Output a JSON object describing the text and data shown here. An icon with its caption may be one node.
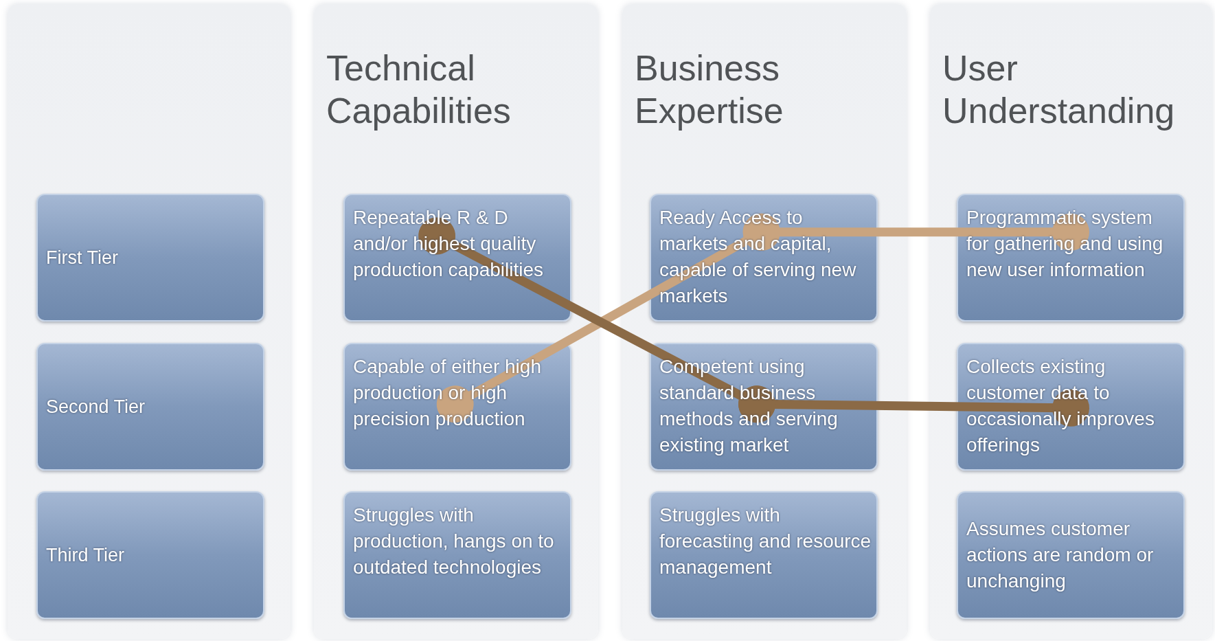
{
  "diagram": {
    "nodes": [
      {
        "text": [],
        "shape": "box"
      },
      {
        "text": [
          "First Tier"
        ],
        "in": 0
      },
      {
        "text": [
          "Second Tier"
        ],
        "in": 0
      },
      {
        "text": [
          "Third Tier"
        ],
        "in": 0
      },
      {
        "text": [
          "Technical Capabilities"
        ]
      },
      {
        "text": [
          "Repeatable R & D and/or highest quality production capabilities"
        ],
        "in": 4
      },
      {
        "text": [
          "Capable of either high production or high precision production"
        ],
        "in": 4
      },
      {
        "text": [
          "Struggles with production, hangs on to outdated technologies"
        ],
        "in": 4
      },
      {
        "text": [
          "Business Expertise"
        ]
      },
      {
        "text": [
          "Ready Access to markets and capital, capable of serving new markets"
        ],
        "in": 8
      },
      {
        "text": [
          "Competent using standard business methods and serving existing market"
        ],
        "in": 8
      },
      {
        "text": [
          "Struggles with forecasting  and resource management"
        ],
        "in": 8
      },
      {
        "text": [
          "User Understanding"
        ]
      },
      {
        "text": [
          "Programmatic system for gathering and using new user information"
        ],
        "in": 12
      },
      {
        "text": [
          "Collects existing customer data to occasionally improves offerings"
        ],
        "in": 12
      },
      {
        "text": [
          "Assumes customer actions are random or unchanging"
        ],
        "in": 12
      }
    ],
    "edges": [
      {
        "from": 6,
        "to": 9,
        "arrow": "other",
        "color": "#c9a47f"
      },
      {
        "from": 9,
        "to": 13,
        "arrow": "other",
        "color": "#c9a47f"
      },
      {
        "from": 5,
        "to": 10,
        "arrow": "other",
        "color": "#8b6a46"
      },
      {
        "from": 10,
        "to": 14,
        "arrow": "other",
        "color": "#8b6a46"
      }
    ]
  }
}
